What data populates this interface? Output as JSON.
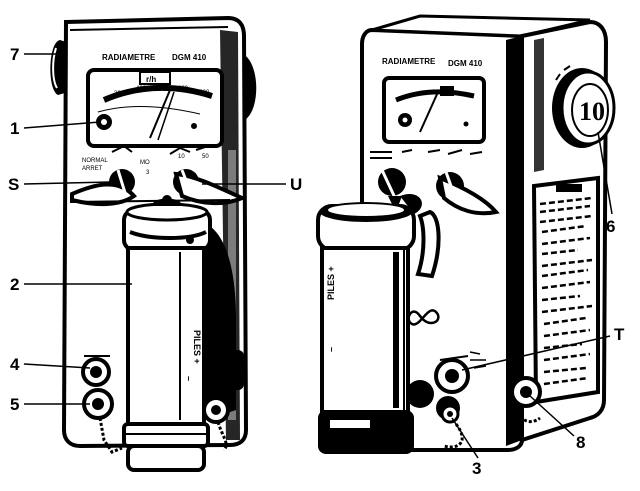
{
  "device_left": {
    "brand": "RADIAMETRE",
    "model": "DGM 410",
    "dial_unit": "r/h",
    "scale_ticks": [
      "200",
      "400",
      "600",
      "800",
      "1000"
    ],
    "switch_labels": [
      "NORMAL",
      "ARRET",
      "MO",
      "3"
    ],
    "range_labels": [
      "10",
      "50"
    ],
    "battery_text": "PILES +",
    "battery_minus": "–"
  },
  "device_right": {
    "brand": "RADIAMETRE",
    "model": "DGM 410",
    "battery_text": "PILES +",
    "battery_minus": "–",
    "knob_text": "10"
  },
  "callouts": {
    "c7": "7",
    "c1": "1",
    "cS": "S",
    "cU": "U",
    "c2": "2",
    "c4": "4",
    "c5": "5",
    "c6": "6",
    "cT": "T",
    "c3": "3",
    "c8": "8"
  }
}
